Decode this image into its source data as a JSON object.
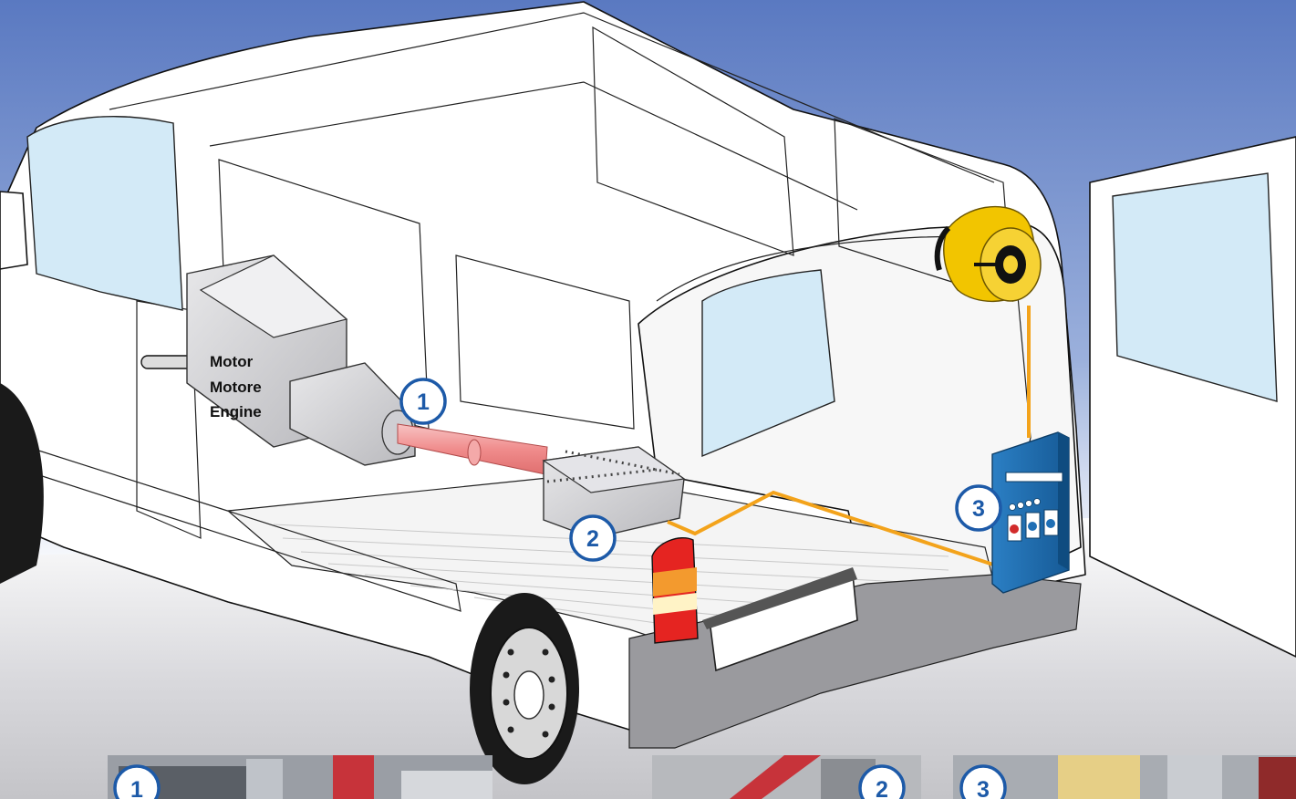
{
  "engine_labels": [
    "Motor",
    "Motore",
    "Engine"
  ],
  "badges": [
    "1",
    "2",
    "3"
  ],
  "photos": [
    {
      "badge": "1"
    },
    {
      "badge": "2"
    },
    {
      "badge": "3"
    }
  ],
  "colors": {
    "sky_top": "#5a79c1",
    "sky_bottom": "#ffffff",
    "badge_blue": "#1d5aa8",
    "cable_orange": "#f3a31b",
    "control_box_blue": "#1f6fb5",
    "reel_yellow": "#f2c500",
    "shaft_pink": "#f08c8c"
  }
}
